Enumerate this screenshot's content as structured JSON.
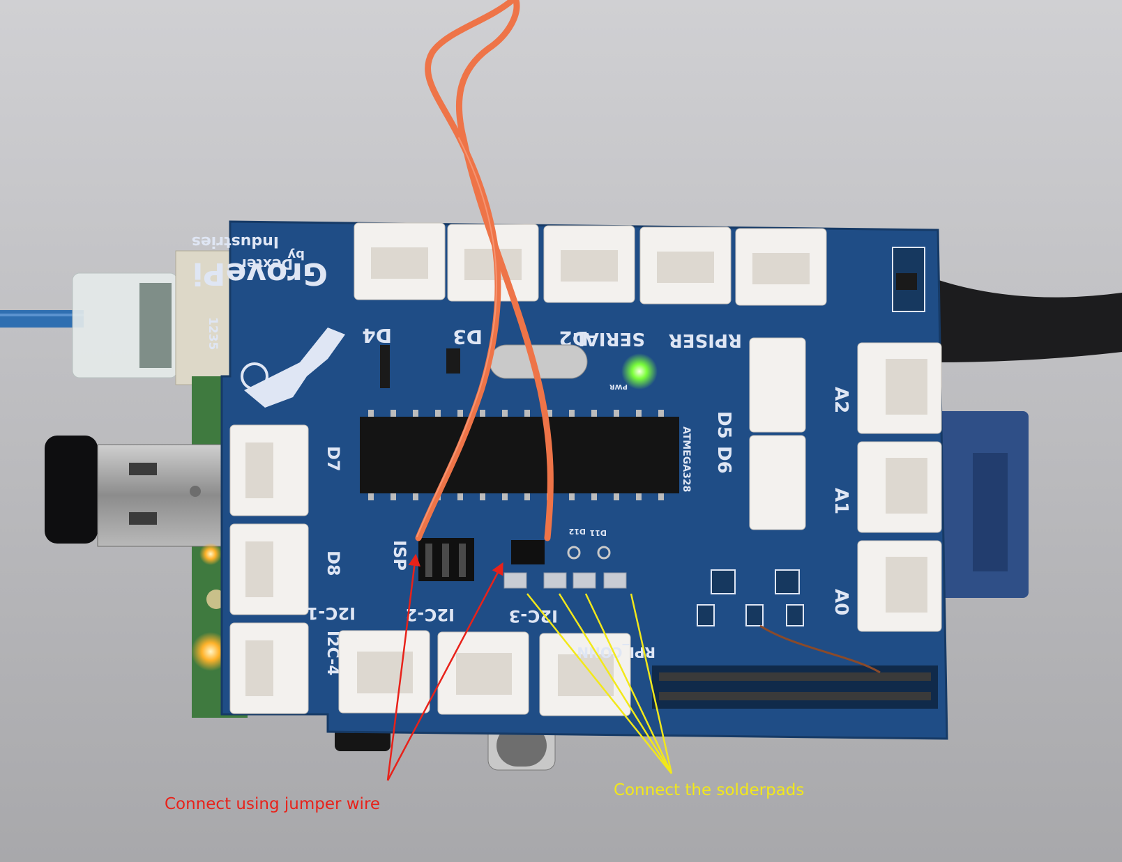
{
  "image": {
    "subject": "GrovePi add-on board mounted on a Raspberry Pi with annotated rework instructions"
  },
  "board": {
    "brand": "GrovePi",
    "maker_by": "by",
    "maker_name": "Dexter",
    "maker_suffix": "Industries",
    "ethernet_label": "1235",
    "chip_label": "ATMEGA328",
    "header_label": "ISP",
    "connector_strip_label": "RPI_CONN",
    "led_label": "PWR",
    "port_labels": {
      "top": [
        "D4",
        "D3",
        "D2",
        "SERIAL",
        "RPISER"
      ],
      "left": [
        "D7",
        "D8",
        "I2C-4"
      ],
      "inner": [
        "D5",
        "D6"
      ],
      "right": [
        "A2",
        "A1",
        "A0"
      ],
      "bottom": [
        "I2C-1",
        "I2C-2",
        "I2C-3"
      ],
      "pads": [
        "D11",
        "D12"
      ]
    }
  },
  "annotations": {
    "red_label": "Connect using jumper wire",
    "yellow_label": "Connect the solderpads",
    "red_color": "#e8221a",
    "yellow_color": "#f2e81a"
  },
  "colors": {
    "pcb": "#1f4d86",
    "connector": "#f3f1ee",
    "wire": "#ee7448",
    "background": "#c6c6c9"
  }
}
